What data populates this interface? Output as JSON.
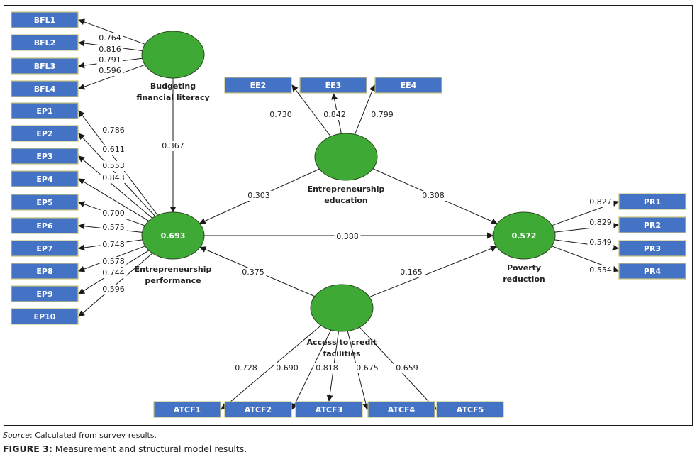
{
  "figure": {
    "source_label": "Source",
    "source_text": ": Calculated from survey results.",
    "caption_label": "FIGURE 3:",
    "caption_text": " Measurement and structural model results."
  },
  "colors": {
    "indicator_fill": "#4472c4",
    "indicator_border": "#c9c27a",
    "latent_fill": "#3ea935"
  },
  "latents": [
    {
      "id": "BFL",
      "name_lines": [
        "Budgeting",
        "financial literacy"
      ],
      "r2": ""
    },
    {
      "id": "EE",
      "name_lines": [
        "Entrepreneurship",
        "education"
      ],
      "r2": ""
    },
    {
      "id": "EP",
      "name_lines": [
        "Entrepreneurship",
        "performance"
      ],
      "r2": "0.693"
    },
    {
      "id": "PR",
      "name_lines": [
        "Poverty",
        "reduction"
      ],
      "r2": "0.572"
    },
    {
      "id": "ATCF",
      "name_lines": [
        "Access to credit",
        "facilities"
      ],
      "r2": ""
    }
  ],
  "indicators": [
    {
      "id": "BFL1",
      "latent": "BFL",
      "loading": "0.764"
    },
    {
      "id": "BFL2",
      "latent": "BFL",
      "loading": "0.816"
    },
    {
      "id": "BFL3",
      "latent": "BFL",
      "loading": "0.791"
    },
    {
      "id": "BFL4",
      "latent": "BFL",
      "loading": "0.596"
    },
    {
      "id": "EP1",
      "latent": "EP",
      "loading": "0.786"
    },
    {
      "id": "EP2",
      "latent": "EP",
      "loading": "0.611"
    },
    {
      "id": "EP3",
      "latent": "EP",
      "loading": "0.553"
    },
    {
      "id": "EP4",
      "latent": "EP",
      "loading": "0.843"
    },
    {
      "id": "EP5",
      "latent": "EP",
      "loading": "0.700"
    },
    {
      "id": "EP6",
      "latent": "EP",
      "loading": "0.575"
    },
    {
      "id": "EP7",
      "latent": "EP",
      "loading": "0.748"
    },
    {
      "id": "EP8",
      "latent": "EP",
      "loading": "0.578"
    },
    {
      "id": "EP9",
      "latent": "EP",
      "loading": "0.744"
    },
    {
      "id": "EP10",
      "latent": "EP",
      "loading": "0.596"
    },
    {
      "id": "EE2",
      "latent": "EE",
      "loading": "0.730"
    },
    {
      "id": "EE3",
      "latent": "EE",
      "loading": "0.842"
    },
    {
      "id": "EE4",
      "latent": "EE",
      "loading": "0.799"
    },
    {
      "id": "PR1",
      "latent": "PR",
      "loading": "0.827"
    },
    {
      "id": "PR2",
      "latent": "PR",
      "loading": "0.829"
    },
    {
      "id": "PR3",
      "latent": "PR",
      "loading": "0.549"
    },
    {
      "id": "PR4",
      "latent": "PR",
      "loading": "0.554"
    },
    {
      "id": "ATCF1",
      "latent": "ATCF",
      "loading": "0.728"
    },
    {
      "id": "ATCF2",
      "latent": "ATCF",
      "loading": "0.690"
    },
    {
      "id": "ATCF3",
      "latent": "ATCF",
      "loading": "0.818"
    },
    {
      "id": "ATCF4",
      "latent": "ATCF",
      "loading": "0.675"
    },
    {
      "id": "ATCF5",
      "latent": "ATCF",
      "loading": "0.659"
    }
  ],
  "paths": [
    {
      "from": "BFL",
      "to": "EP",
      "coef": "0.367"
    },
    {
      "from": "EE",
      "to": "EP",
      "coef": "0.303"
    },
    {
      "from": "EE",
      "to": "PR",
      "coef": "0.308"
    },
    {
      "from": "EP",
      "to": "PR",
      "coef": "0.388"
    },
    {
      "from": "ATCF",
      "to": "EP",
      "coef": "0.375"
    },
    {
      "from": "ATCF",
      "to": "PR",
      "coef": "0.165"
    }
  ]
}
